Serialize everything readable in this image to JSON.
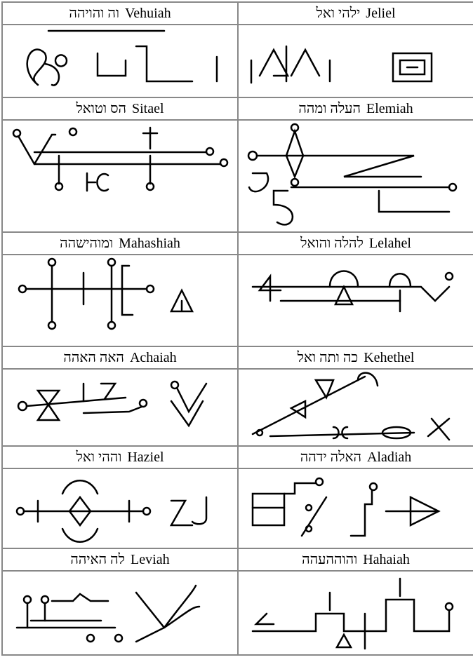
{
  "rows": [
    [
      {
        "hebrew": "וה והויהה",
        "name": "Vehuiah"
      },
      {
        "hebrew": "ילהי ואל",
        "name": "Jeliel"
      }
    ],
    [
      {
        "hebrew": "הס וטואל",
        "name": "Sitael"
      },
      {
        "hebrew": "העלה ומהה",
        "name": "Elemiah"
      }
    ],
    [
      {
        "hebrew": "ומוהישהה",
        "name": "Mahashiah"
      },
      {
        "hebrew": "להלה והואל",
        "name": "Lelahel"
      }
    ],
    [
      {
        "hebrew": "האה האהה",
        "name": "Achaiah"
      },
      {
        "hebrew": "כה ותה ואל",
        "name": "Kehethel"
      }
    ],
    [
      {
        "hebrew": "וההי ואל",
        "name": "Haziel"
      },
      {
        "hebrew": "האלה ידהה",
        "name": "Aladiah"
      }
    ],
    [
      {
        "hebrew": "לה האיהה",
        "name": "Leviah"
      },
      {
        "hebrew": "והוההעהה",
        "name": "Hahaiah"
      }
    ]
  ]
}
